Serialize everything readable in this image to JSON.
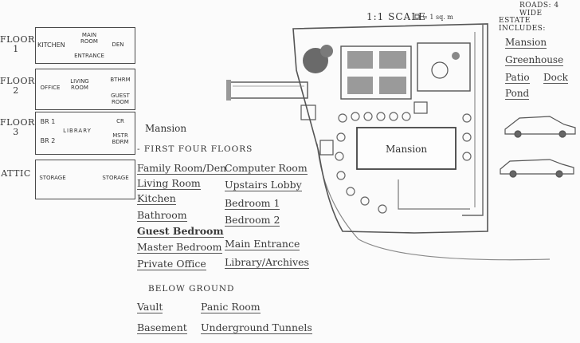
{
  "scale": {
    "label": "1:1 SCALE",
    "unit": "□ = 1 sq. m"
  },
  "estate": {
    "roads_note": "ROADS: 4 WIDE",
    "includes_heading": "ESTATE INCLUDES:",
    "items": [
      "Mansion",
      "Greenhouse",
      "Patio",
      "Dock",
      "Pond"
    ]
  },
  "floors": [
    {
      "label": "FLOOR 1",
      "rooms": [
        "KITCHEN",
        "MAIN ROOM",
        "DEN",
        "ENTRANCE"
      ]
    },
    {
      "label": "FLOOR 2",
      "rooms": [
        "OFFICE",
        "LIVING ROOM",
        "BTHRM",
        "GUEST ROOM"
      ]
    },
    {
      "label": "FLOOR 3",
      "rooms": [
        "BR 1",
        "BR 2",
        "LIBRARY",
        "CR",
        "MSTR BDRM"
      ]
    },
    {
      "label": "ATTIC",
      "rooms": [
        "STORAGE",
        "STORAGE"
      ]
    }
  ],
  "mansion_list": {
    "title": "Mansion",
    "subheading": "FIRST FOUR FLOORS",
    "col1": [
      "Family Room/Den",
      "Living Room",
      "Kitchen",
      "Bathroom",
      "Guest Bedroom",
      "Master Bedroom",
      "Private Office"
    ],
    "col2": [
      "Computer Room",
      "Upstairs Lobby",
      "Bedroom 1",
      "Bedroom 2",
      "Main Entrance",
      "Library/Archives"
    ]
  },
  "below_ground": {
    "heading": "BELOW GROUND",
    "items": [
      "Vault",
      "Panic Room",
      "Basement",
      "Underground Tunnels"
    ]
  },
  "map": {
    "mansion_label": "Mansion"
  }
}
